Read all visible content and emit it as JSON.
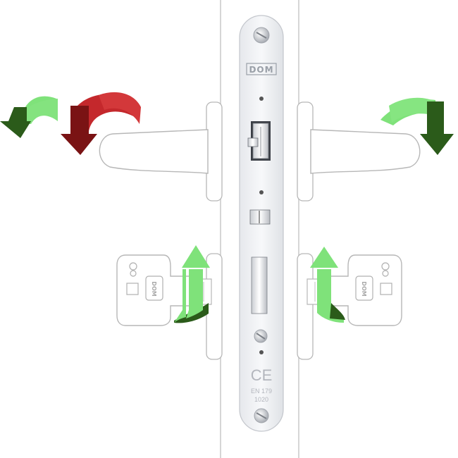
{
  "lock_plate": {
    "brand": "DOM",
    "mark": "CE",
    "standard": "EN 179",
    "code": "1020"
  },
  "cylinder_keys": {
    "left_brand": "DOM",
    "right_brand": "DOM"
  },
  "arrow_colors": {
    "light_green": "#7fe27a",
    "dark_green": "#2b5b1a",
    "red": "#c4282c",
    "dark_red": "#7a1314"
  },
  "icons": {
    "lever_left": "door-lever-icon",
    "lever_right": "door-lever-icon",
    "key_left": "key-icon",
    "key_right": "key-icon"
  }
}
